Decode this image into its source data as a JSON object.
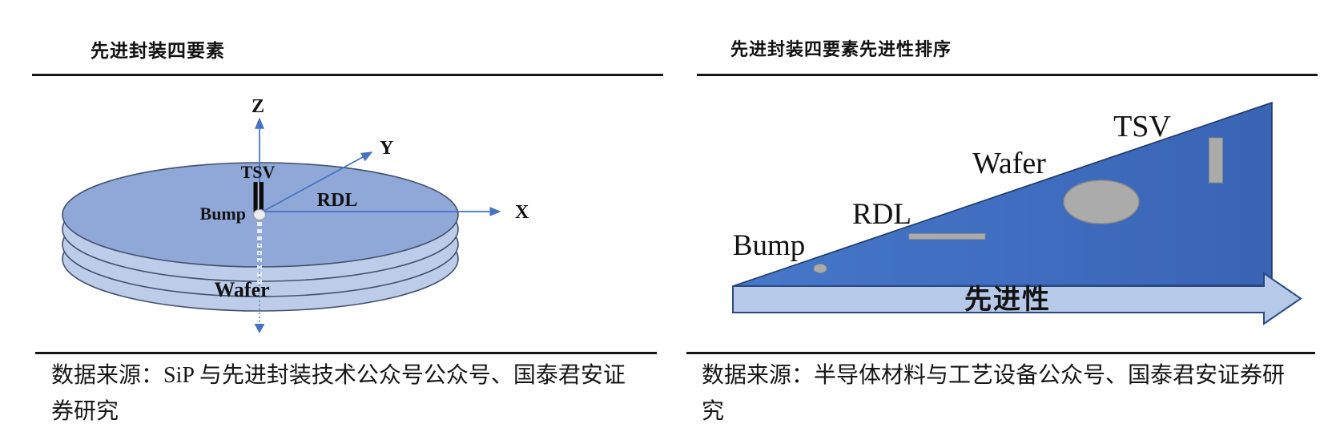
{
  "left_panel": {
    "title": "先进封装四要素",
    "source": "数据来源：SiP 与先进封装技术公众号公众号、国泰君安证券研究",
    "diagram": {
      "axis": {
        "z": "Z",
        "y": "Y",
        "x": "X"
      },
      "tsv": "TSV",
      "bump": "Bump",
      "rdl": "RDL",
      "wafer": "Wafer"
    }
  },
  "right_panel": {
    "title": "先进封装四要素先进性排序",
    "source": "数据来源：半导体材料与工艺设备公众号、国泰君安证券研究",
    "diagram": {
      "bump": "Bump",
      "rdl": "RDL",
      "wafer": "Wafer",
      "tsv": "TSV",
      "arrow_label": "先进性"
    }
  },
  "colors": {
    "axis_blue": "#4472C4",
    "disk_top": "#8FA8D8",
    "disk_side": "#BDCDE9",
    "disk_stroke": "#44506B",
    "triangle_blue": "#3E6CC0",
    "triangle_stroke": "#1F3864",
    "arrow_band": "#B7C9E8",
    "arrow_stroke": "#2A4A80",
    "icon_grey": "#ABABAB",
    "rule_black": "#161616"
  }
}
